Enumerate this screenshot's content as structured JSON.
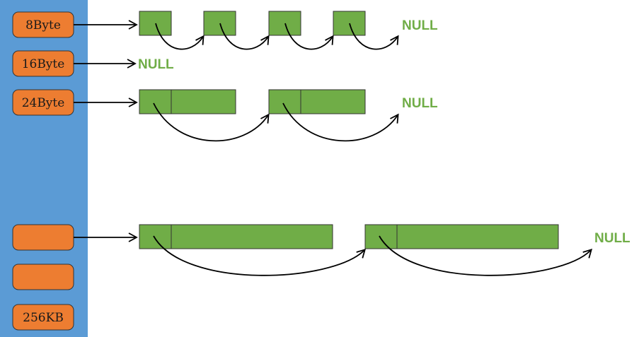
{
  "colors": {
    "sidebar": "#5b9bd5",
    "bucket_fill": "#ed7d31",
    "bucket_stroke": "#333333",
    "block_fill": "#70ad47",
    "block_stroke": "#333333",
    "arrow": "#000000",
    "null_text": "#70ad47"
  },
  "buckets": [
    {
      "label": "8Byte"
    },
    {
      "label": "16Byte"
    },
    {
      "label": "24Byte"
    },
    {
      "label": ""
    },
    {
      "label": ""
    },
    {
      "label": "256KB"
    }
  ],
  "lists": [
    {
      "bucket": "8Byte",
      "blocks": 4,
      "terminator": "NULL"
    },
    {
      "bucket": "16Byte",
      "blocks": 0,
      "terminator": "NULL"
    },
    {
      "bucket": "24Byte",
      "blocks": 2,
      "terminator": "NULL"
    },
    {
      "bucket": "",
      "blocks": 2,
      "terminator": "NULL"
    }
  ]
}
